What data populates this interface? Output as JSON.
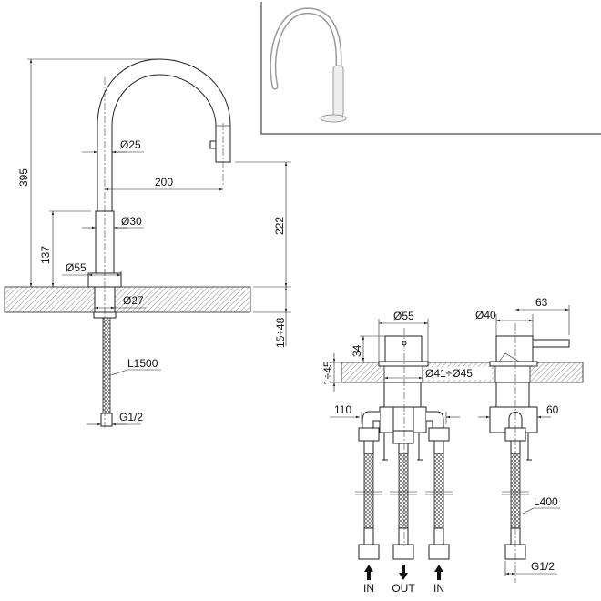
{
  "left_view": {
    "dims": {
      "height_total": "395",
      "spout_reach": "200",
      "spout_height": "222",
      "base_height": "137",
      "pipe_dia_upper": "Ø25",
      "pipe_dia_lower": "Ø30",
      "base_dia": "Ø55",
      "hole_dia": "Ø27",
      "counter_thickness": "15÷48",
      "hose_length": "L1500",
      "thread": "G1/2"
    }
  },
  "right_view": {
    "dims": {
      "body_dia": "Ø55",
      "body_height": "34",
      "counter_thickness": "1÷45",
      "hole_dia": "Ø41÷Ø45",
      "width_left": "110",
      "mixer_dia": "Ø40",
      "lever_reach": "63",
      "width_right": "60",
      "hose_length": "L400",
      "thread": "G1/2"
    },
    "flow_labels": [
      "IN",
      "OUT",
      "IN"
    ]
  }
}
